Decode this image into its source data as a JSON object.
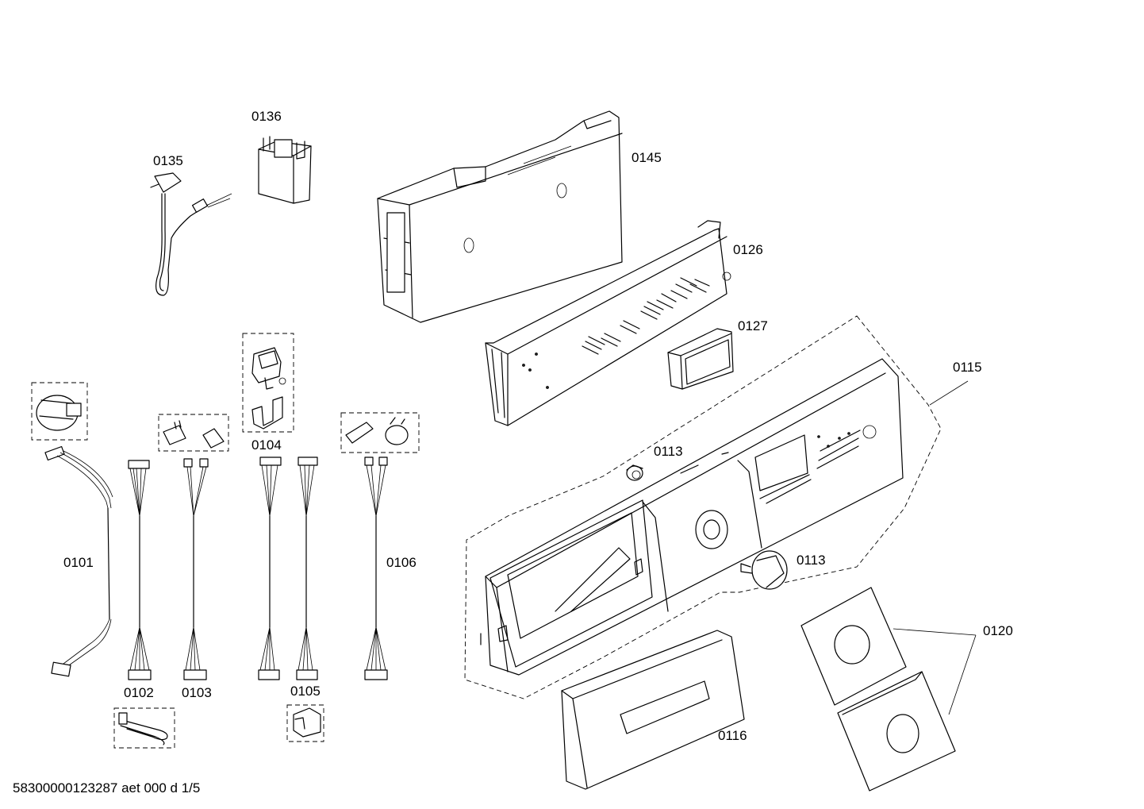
{
  "diagram": {
    "part_labels": {
      "p0135": "0135",
      "p0136": "0136",
      "p0145": "0145",
      "p0126": "0126",
      "p0127": "0127",
      "p0115": "0115",
      "p0113a": "0113",
      "p0113b": "0113",
      "p0104": "0104",
      "p0101": "0101",
      "p0106": "0106",
      "p0102": "0102",
      "p0103": "0103",
      "p0105": "0105",
      "p0116": "0116",
      "p0120": "0120"
    },
    "footer_code": "58300000123287 aet 000 d 1/5"
  }
}
